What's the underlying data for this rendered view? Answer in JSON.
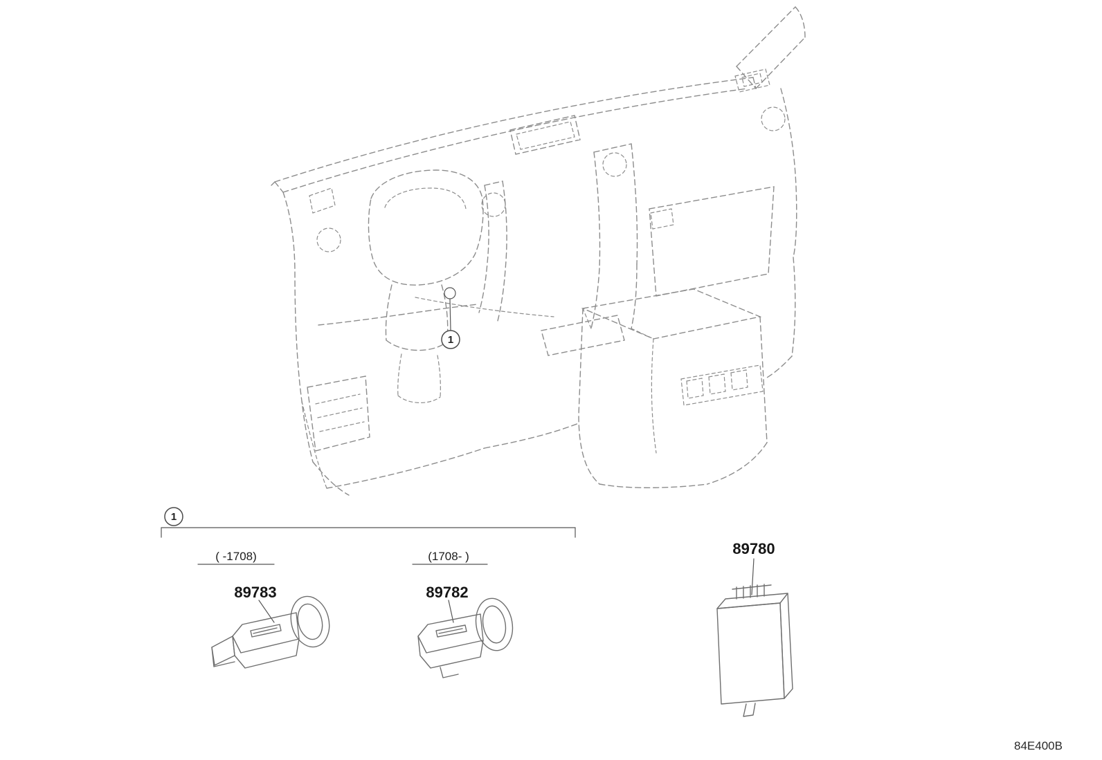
{
  "diagram": {
    "code": "84E400B",
    "line_color": "#8c8c8c",
    "accent_color": "#4a4a4a"
  },
  "callout": {
    "number": "1"
  },
  "group": {
    "number": "1"
  },
  "variants": [
    {
      "range": "( -1708)",
      "part_number": "89783"
    },
    {
      "range": "(1708- )",
      "part_number": "89782"
    }
  ],
  "receiver": {
    "part_number": "89780"
  }
}
